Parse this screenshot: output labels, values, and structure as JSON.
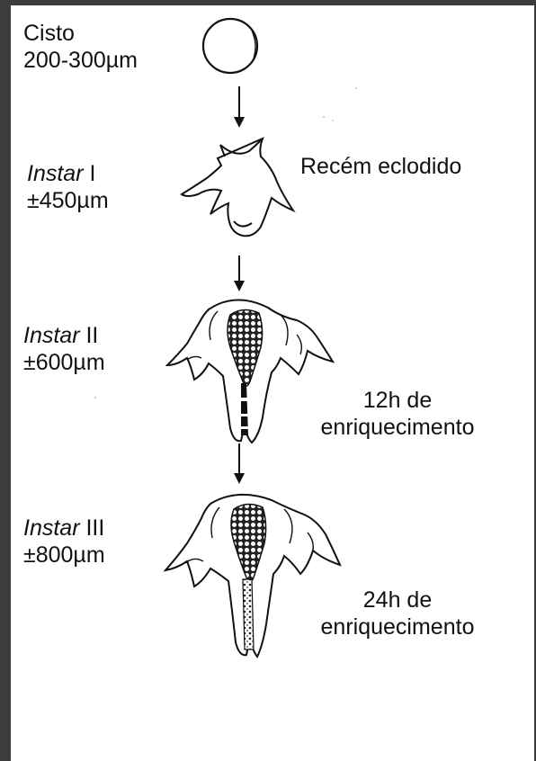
{
  "stages": [
    {
      "name": "",
      "name_plain": "Cisto",
      "size": "200-300µm",
      "note": []
    },
    {
      "name": "Instar",
      "name_plain": "I",
      "size": "±450µm",
      "note": [
        "Recém eclodido"
      ]
    },
    {
      "name": "Instar",
      "name_plain": "II",
      "size": "±600µm",
      "note": [
        "12h de",
        "enriquecimento"
      ]
    },
    {
      "name": "Instar",
      "name_plain": "III",
      "size": "±800µm",
      "note": [
        "24h de",
        "enriquecimento"
      ]
    }
  ]
}
